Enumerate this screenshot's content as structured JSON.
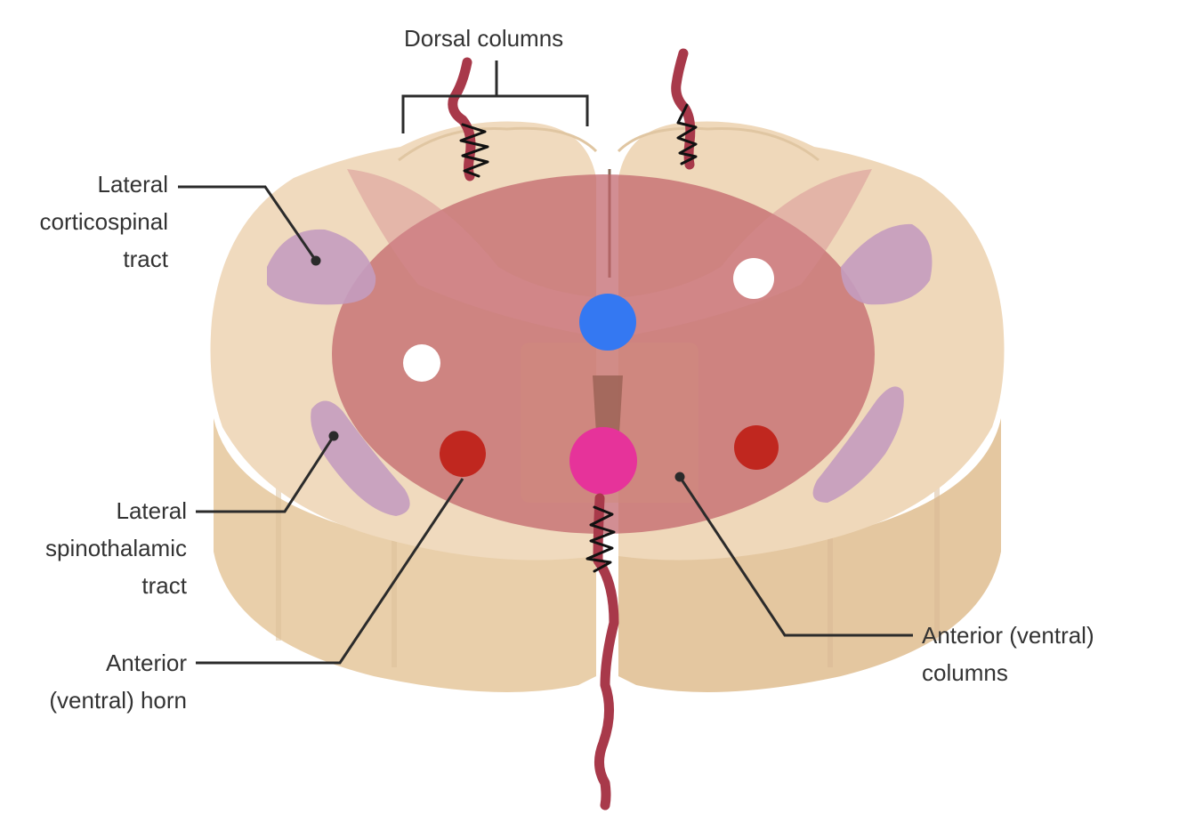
{
  "colors": {
    "background": "#ffffff",
    "white_matter": "#efd9bc",
    "white_matter_shadow": "#e2c8a6",
    "gray_matter_overlay": "#c0636a",
    "tract_purple": "#c49cbf",
    "central_canal_blue": "#3478f2",
    "lesion_magenta": "#e6339a",
    "anterior_horn_red": "#c0271f",
    "nerve_fiber": "#a8394a",
    "leader_line": "#2b2b2b",
    "label_text": "#333333"
  },
  "labels": {
    "dorsal_columns": "Dorsal columns",
    "lateral_corticospinal": [
      "Lateral",
      "corticospinal",
      "tract"
    ],
    "lateral_spinothalamic": [
      "Lateral",
      "spinothalamic",
      "tract"
    ],
    "anterior_horn": [
      "Anterior",
      "(ventral) horn"
    ],
    "anterior_columns": [
      "Anterior (ventral)",
      "columns"
    ]
  }
}
